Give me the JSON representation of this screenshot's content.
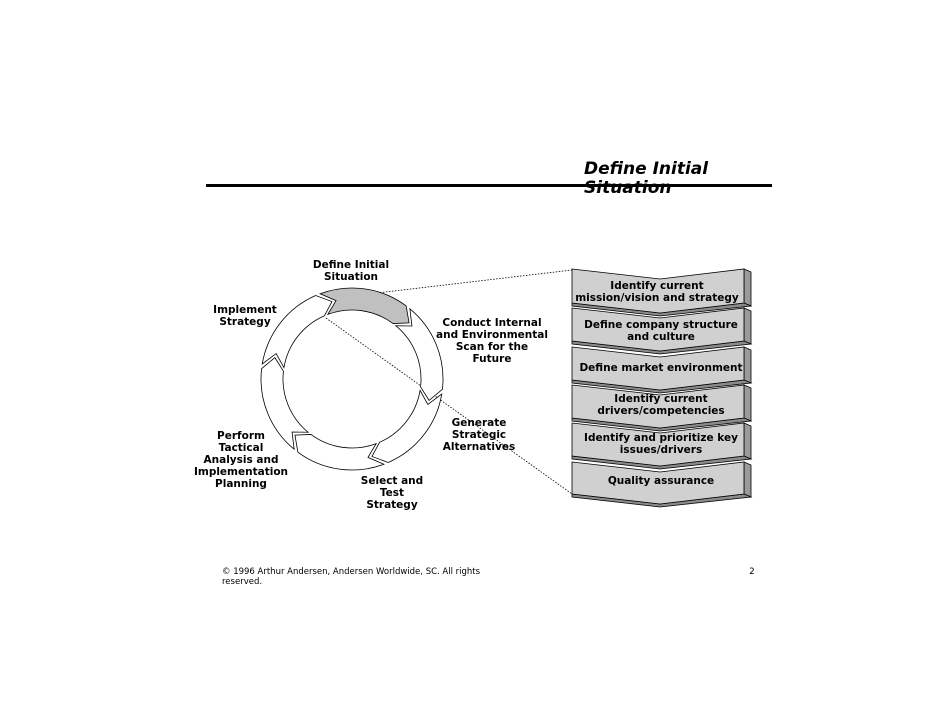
{
  "slide": {
    "title": "Define Initial Situation",
    "footer": "© 1996 Arthur Andersen, Andersen Worldwide, SC. All rights reserved.",
    "page_number": "2"
  },
  "cycle": {
    "highlighted_phase": "Define Initial Situation",
    "phases": [
      "Define Initial Situation",
      "Conduct Internal and Environmental Scan for the Future",
      "Generate Strategic Alternatives",
      "Select and Test Strategy",
      "Perform Tactical Analysis and Implementation Planning",
      "Implement Strategy"
    ]
  },
  "steps": [
    "Identify current mission/vision and strategy",
    "Define company structure and culture",
    "Define market environment",
    "Identify current drivers/competencies",
    "Identify and prioritize key issues/drivers",
    "Quality assurance"
  ],
  "colors": {
    "highlight_fill": "#c0c0c0",
    "chevron_fill": "#d0d0d0",
    "chevron_side": "#9a9a9a",
    "outline": "#000000"
  }
}
